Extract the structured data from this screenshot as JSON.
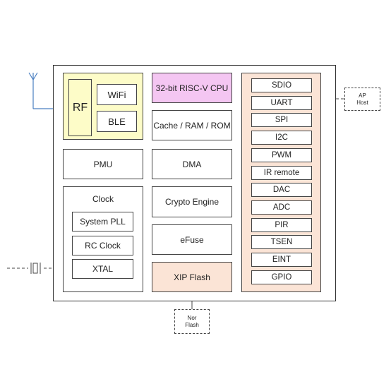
{
  "diagram": {
    "rf_group": {
      "rf": "RF",
      "wifi": "WiFi",
      "ble": "BLE"
    },
    "cpu": "32-bit RISC-V CPU",
    "memory": "Cache / RAM / ROM",
    "pmu": "PMU",
    "dma": "DMA",
    "clock": {
      "title": "Clock",
      "system_pll": "System PLL",
      "rc_clock": "RC Clock",
      "xtal": "XTAL"
    },
    "crypto": "Crypto Engine",
    "efuse": "eFuse",
    "xip_flash": "XIP Flash",
    "peripherals": [
      "SDIO",
      "UART",
      "SPI",
      "I2C",
      "PWM",
      "IR remote",
      "DAC",
      "ADC",
      "PIR",
      "TSEN",
      "EINT",
      "GPIO"
    ],
    "ap_host": "AP\nHost",
    "nor_flash": "Nor\nFlash",
    "colors": {
      "rf_fill": "#fdfcc8",
      "cpu_fill": "#f4c6f2",
      "peach_fill": "#fbe4d6",
      "antenna_wire": "#4a7fc1"
    }
  }
}
